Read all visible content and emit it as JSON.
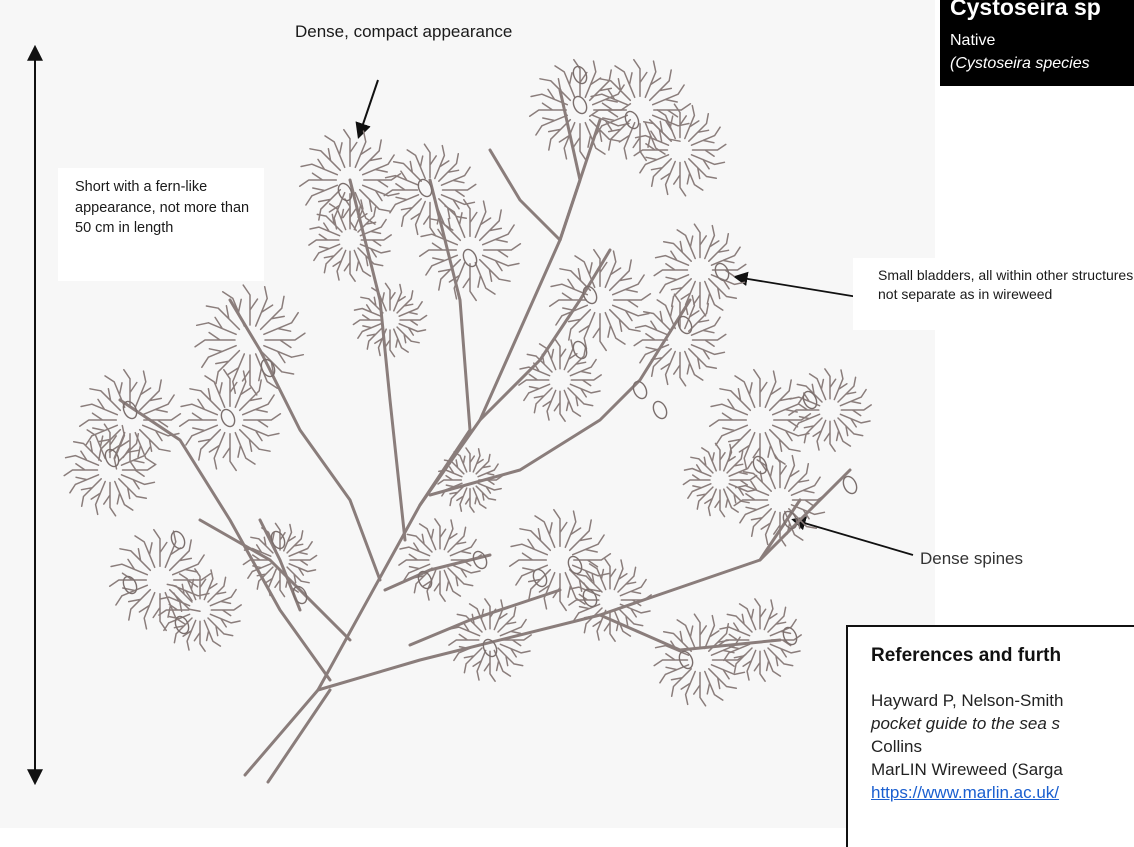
{
  "labels": {
    "top_callout": "Dense, compact appearance",
    "height_note": "Short with a fern-like appearance, not more than 50 cm in length",
    "bladders_note": "Small bladders, all within other structures, not separate as in wireweed",
    "spines_note": "Dense spines"
  },
  "title_box": {
    "title": "Cystoseira sp",
    "status": "Native",
    "scientific": "(Cystoseira species"
  },
  "references": {
    "heading": "References and furth",
    "line1": "Hayward P, Nelson-Smith",
    "line2": "pocket guide to the sea s",
    "line3": "Collins",
    "line4": "MarLIN Wireweed (Sarga",
    "link": "https://www.marlin.ac.uk/"
  },
  "colors": {
    "seaweed_stroke": "#8a7d7b",
    "bladder_stroke": "#7a6e6c",
    "arrow": "#111111",
    "title_bg": "#000000",
    "link": "#1a5fd0"
  }
}
